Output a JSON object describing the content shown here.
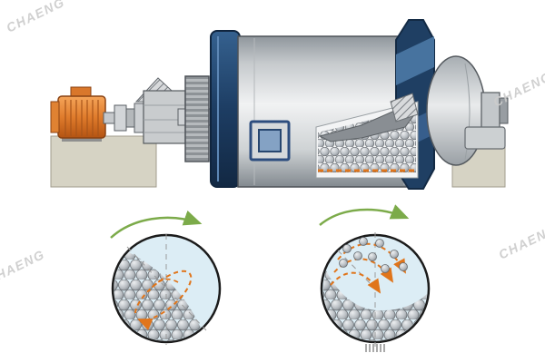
{
  "watermark": {
    "text": "CHAENG",
    "color": "#cccccc",
    "count": 4
  },
  "palette": {
    "background": "#ffffff",
    "drum_gray": "#d7dadc",
    "flange_blue": "#1d3d63",
    "motor_orange": "#e07c2c",
    "accent_orange": "#e0751b",
    "rotation_green": "#7cab4a",
    "circle_fill": "#dcedf5",
    "ball_gray": "#b9bec3",
    "outline_dark": "#1b1b1b"
  },
  "figures": {
    "machine": "ball-mill-side-cutaway",
    "left_circle": "grinding-media-motion-cascading",
    "right_circle": "grinding-media-motion-cataracting"
  }
}
